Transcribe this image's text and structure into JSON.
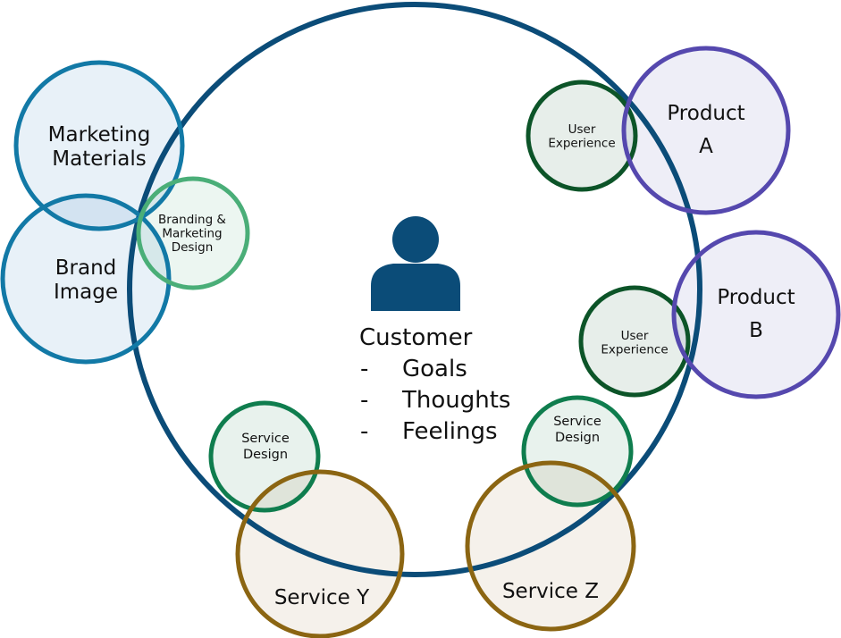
{
  "diagram": {
    "center": {
      "title": "Customer",
      "bullets": [
        "Goals",
        "Thoughts",
        "Feelings"
      ],
      "bullet_marker": "-",
      "icon": "person-icon"
    },
    "nodes": [
      {
        "id": "marketing-materials",
        "lines": [
          "Marketing",
          "Materials"
        ],
        "kind": "touchpoint"
      },
      {
        "id": "brand-image",
        "lines": [
          "Brand",
          "Image"
        ],
        "kind": "touchpoint"
      },
      {
        "id": "branding-marketing-design",
        "lines": [
          "Branding &",
          "Marketing",
          "Design"
        ],
        "kind": "design"
      },
      {
        "id": "user-experience-a",
        "lines": [
          "User",
          "Experience"
        ],
        "kind": "ux"
      },
      {
        "id": "product-a",
        "lines": [
          "Product",
          "A"
        ],
        "kind": "product"
      },
      {
        "id": "user-experience-b",
        "lines": [
          "User",
          "Experience"
        ],
        "kind": "ux"
      },
      {
        "id": "product-b",
        "lines": [
          "Product",
          "B"
        ],
        "kind": "product"
      },
      {
        "id": "service-design-left",
        "lines": [
          "Service",
          "Design"
        ],
        "kind": "design2"
      },
      {
        "id": "service-y",
        "lines": [
          "Service Y"
        ],
        "kind": "service"
      },
      {
        "id": "service-design-right",
        "lines": [
          "Service",
          "Design"
        ],
        "kind": "design2"
      },
      {
        "id": "service-z",
        "lines": [
          "Service Z"
        ],
        "kind": "service"
      }
    ],
    "colors": {
      "customer_ring": "#0b4c78",
      "touchpoint_stroke": "#1279a6",
      "touchpoint_fill": "#e4eff7",
      "design_stroke": "#4aae78",
      "design_fill": "#e9f4ee",
      "ux_stroke": "#0c5428",
      "ux_fill": "#e3ebe6",
      "design2_stroke": "#0f7d4e",
      "design2_fill": "#e4f0ea",
      "product_stroke": "#5548ae",
      "product_fill": "#ebebf6",
      "service_stroke": "#8b6512",
      "service_fill": "#f3efe7",
      "person": "#0b4c78"
    }
  }
}
